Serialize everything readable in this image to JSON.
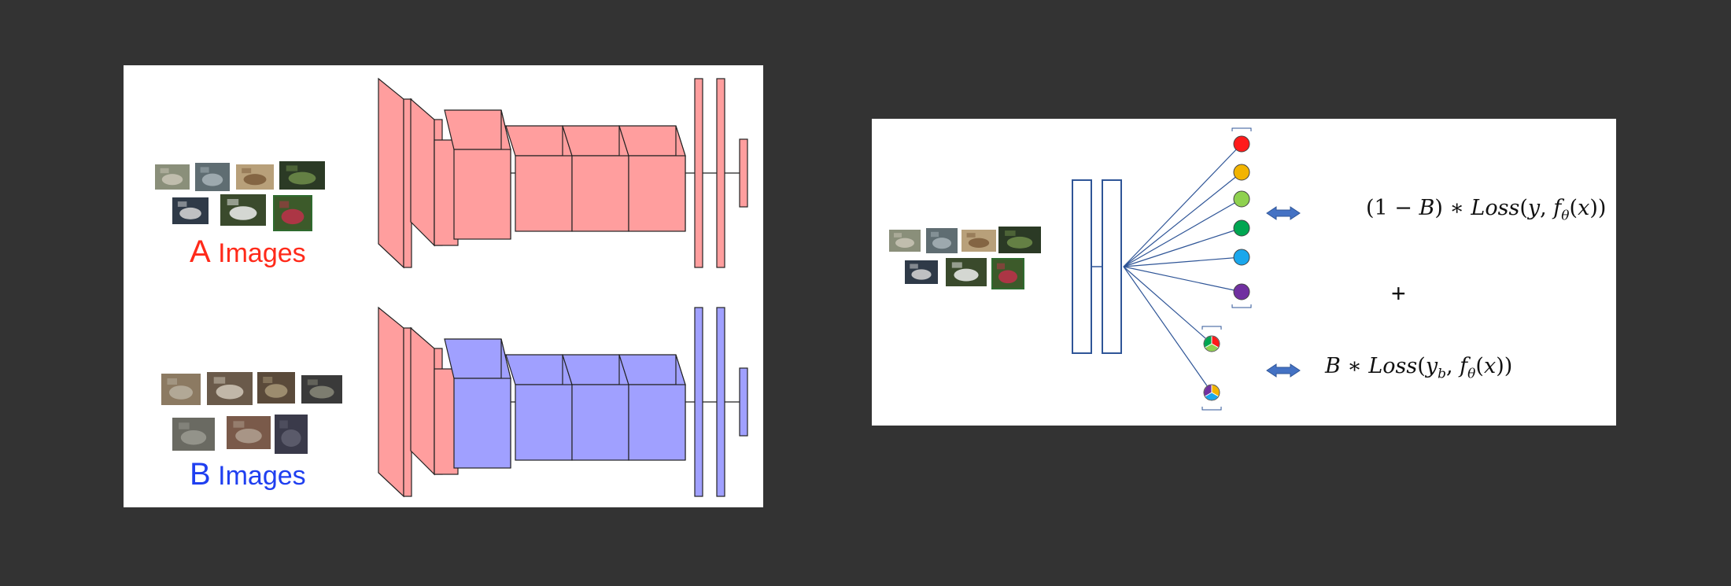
{
  "left_panel": {
    "group_a": {
      "letter": "A",
      "word": "Images",
      "color": "#ff2a1a"
    },
    "group_b": {
      "letter": "B",
      "word": "Images",
      "color": "#1f3ff0"
    }
  },
  "right_panel": {
    "formula_main": {
      "open": "(1 − ",
      "b1": "B",
      "mid": ") ∗ ",
      "loss": "Loss",
      "args_open": "(",
      "y": "y",
      "comma": ", ",
      "f": "f",
      "theta": "θ",
      "x_part": "(",
      "x": "x",
      "close": "))"
    },
    "plus_sign": "+",
    "formula_bias": {
      "b": "B",
      "star": " ∗ ",
      "loss": "Loss",
      "open": "(",
      "y": "y",
      "y_sub": "b",
      "comma": ", ",
      "f": "f",
      "theta": "θ",
      "x_part": "(",
      "x": "x",
      "close": "))"
    },
    "class_colors": [
      "#ff1a1a",
      "#f2b400",
      "#8fd14f",
      "#00a651",
      "#1aa7ec",
      "#7030a0"
    ]
  },
  "colors": {
    "red_block_fill": "#ff9e9e",
    "blue_block_fill": "#a0a0ff",
    "outline": "#222222",
    "network_blue": "#2f5597",
    "arrow_blue": "#4472c4"
  }
}
